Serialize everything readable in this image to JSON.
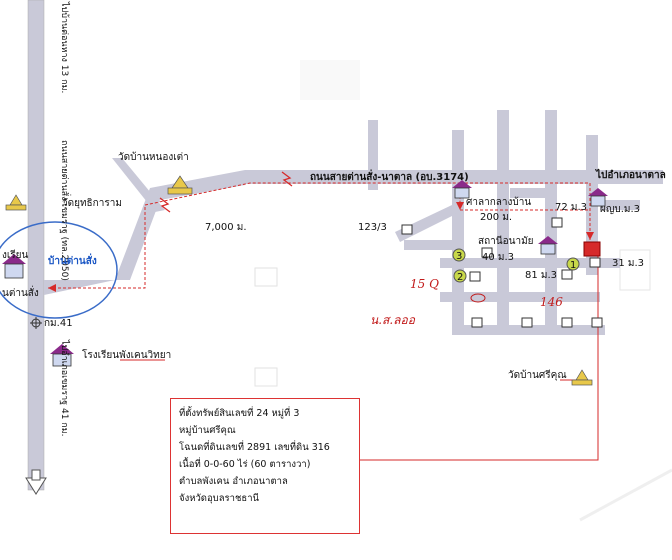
{
  "map": {
    "roads": {
      "main_road": "ถนนสายต่านสั่ง-นาตาล (อบ.3174)",
      "left_vertical_top": "ไปบ้านต่อนหาง 13 กม.",
      "left_vertical_mid": "ถนนสายต่านสั่ง-เขมราฐ (ทล.2050)",
      "left_vertical_bottom": "ไปอำเภอเขมราฐ 41 กม.",
      "to_natal": "ไปอำเภอนาตาล"
    },
    "distances": {
      "seven_km": "7,000 ม.",
      "two_hundred_m": "200 ม."
    },
    "places": {
      "wat_nong_tao": "วัดบ้านหนองเต่า",
      "wat_yutthikaram": "วัดยุทธิการาม",
      "ban_tan_sang": "บ้านต่านสั่ง",
      "school_left_top": "งเรียน",
      "school_left_bottom": "นต่านสั่ง",
      "km41": "กม.41",
      "school_phang_khen": "โรงเรียนพังเคนวิทยา",
      "sala_klang_ban": "ศาลากลางบ้าน",
      "pyb_m3": "ผญบ.ม.3",
      "sathani_anamai": "สถานีอนามัย",
      "wat_si_khun": "วัดบ้านศรีคุณ"
    },
    "house_labels": {
      "h123": "123/3",
      "h72": "72 ม.3",
      "h40": "40 ม.3",
      "h81": "81 ม.3",
      "h31": "31 ม.3"
    },
    "markers": {
      "m1": "1",
      "m2": "2",
      "m3": "3"
    },
    "handwriting": {
      "h15": "15 Q",
      "h146": "146",
      "h_name": "น.ส.ลออ"
    }
  },
  "info": {
    "line1": "ที่ตั้งทรัพย์สินเลขที่  24    หมู่ที่  3",
    "line2": "หมู่บ้านศรีคุณ",
    "line3": "โฉนดที่ดินเลขที่ 2891   เลขที่ดิน  316",
    "line4": "เนื้อที่ 0-0-60 ไร่  (60 ตารางวา)",
    "line5": "ตำบลพังเคน    อำเภอนาตาล",
    "line6": "จังหวัดอุบลราชธานี"
  },
  "colors": {
    "road": "#c9c9d8",
    "road_dark": "#b8b8c8",
    "red_line": "#d62a2a",
    "house_roof": "#8a2a8a",
    "circle": "#3a6cc8",
    "marker_fill": "#c8d84a"
  }
}
